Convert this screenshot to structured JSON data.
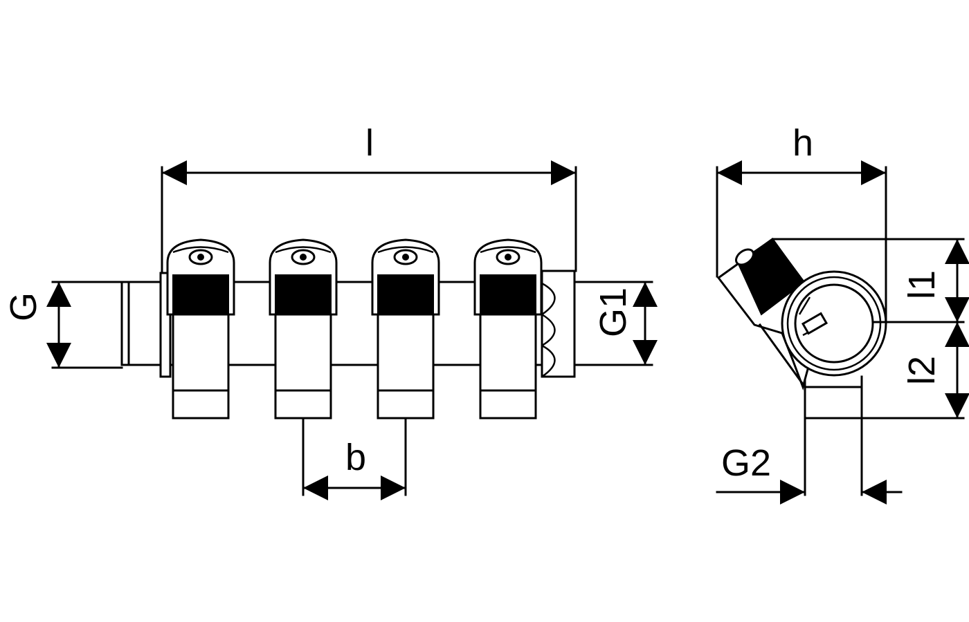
{
  "labels": {
    "length": "l",
    "height": "h",
    "spacing": "b",
    "main_thread": "G",
    "end_thread": "G1",
    "outlet_thread": "G2",
    "offset_upper": "l1",
    "offset_lower": "l2"
  },
  "outlet_count": 4,
  "colors": {
    "line": "#000000",
    "background": "#ffffff"
  }
}
